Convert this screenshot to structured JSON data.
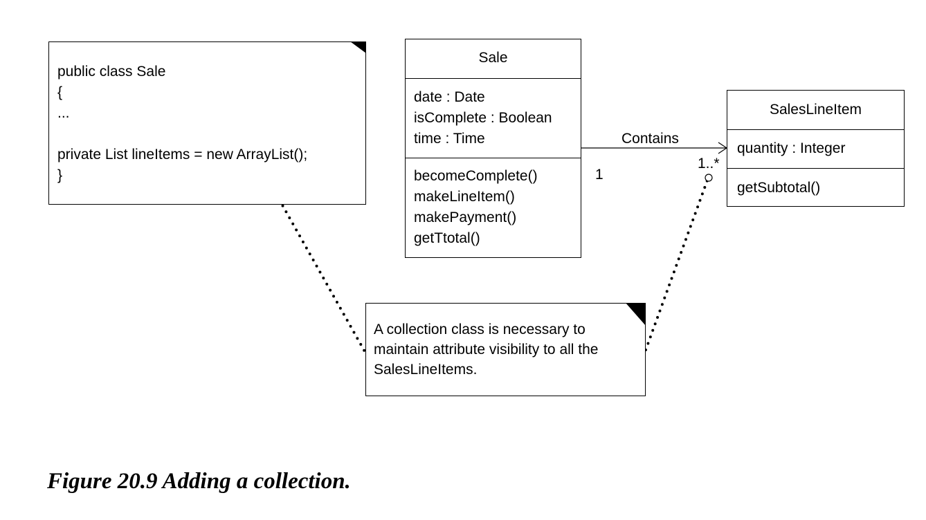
{
  "notes": {
    "code_note": {
      "lines": [
        "public class Sale",
        "{",
        "...",
        "",
        "private List lineItems = new ArrayList();",
        "}"
      ]
    },
    "comment_note": {
      "lines": [
        "A collection class is necessary to",
        "maintain attribute visibility to all the",
        "SalesLineItems."
      ]
    }
  },
  "classes": {
    "sale": {
      "name": "Sale",
      "attributes": [
        "date : Date",
        "isComplete : Boolean",
        "time : Time"
      ],
      "operations": [
        "becomeComplete()",
        "makeLineItem()",
        "makePayment()",
        "getTtotal()"
      ]
    },
    "sales_line_item": {
      "name": "SalesLineItem",
      "attributes": [
        "quantity : Integer"
      ],
      "operations": [
        "getSubtotal()"
      ]
    }
  },
  "association": {
    "name": "Contains",
    "source_multiplicity": "1",
    "target_multiplicity": "1..*",
    "navigable_to": "SalesLineItem"
  },
  "caption": "Figure 20.9 Adding a collection."
}
